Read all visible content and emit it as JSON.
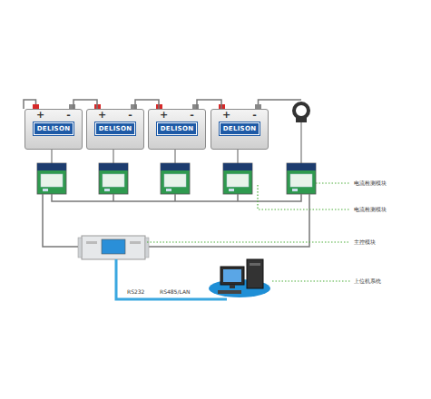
{
  "diagram": {
    "nodes": [
      {
        "text": [
          "+",
          "-",
          "DELISON"
        ]
      },
      {
        "text": [
          "+",
          "-",
          "DELISON"
        ]
      },
      {
        "text": [
          "+",
          "-",
          "DELISON"
        ]
      },
      {
        "text": [
          "+",
          "-",
          "DELISON"
        ]
      }
    ],
    "edges": [
      {
        "from": 0,
        "to": 1,
        "arrow": "none"
      },
      {
        "from": 1,
        "to": 2,
        "arrow": "none"
      },
      {
        "from": 2,
        "to": 3,
        "arrow": "none"
      }
    ],
    "labels": [
      "电流检测模块",
      "电流检测模块",
      "主控模块",
      "上位机系统",
      "RS232",
      "RS485/LAN"
    ]
  }
}
